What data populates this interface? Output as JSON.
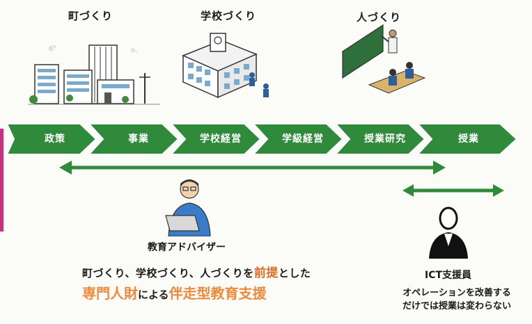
{
  "headings": {
    "town": "町づくり",
    "school": "学校づくり",
    "people": "人づくり"
  },
  "steps": [
    "政策",
    "事業",
    "学校経営",
    "学級経営",
    "授業研究",
    "授業"
  ],
  "advisor": {
    "label": "教育アドバイザー"
  },
  "ict": {
    "label": "ICT支援員"
  },
  "tagline": {
    "line1_a": "町づくり、学校づくり、人づくりを",
    "line1_hl": "前提",
    "line1_b": "とした",
    "line2_a": "専門人財",
    "line2_b": "による",
    "line2_c": "伴走型教育支援"
  },
  "note": {
    "line1": "オペレーションを改善する",
    "line2": "だけでは授業は変わらない"
  },
  "colors": {
    "chevron": "#2f8a3c",
    "arrow": "#2f8a3c",
    "accent_orange": "#e06a1e",
    "advisor_shirt": "#3a7cc9"
  }
}
